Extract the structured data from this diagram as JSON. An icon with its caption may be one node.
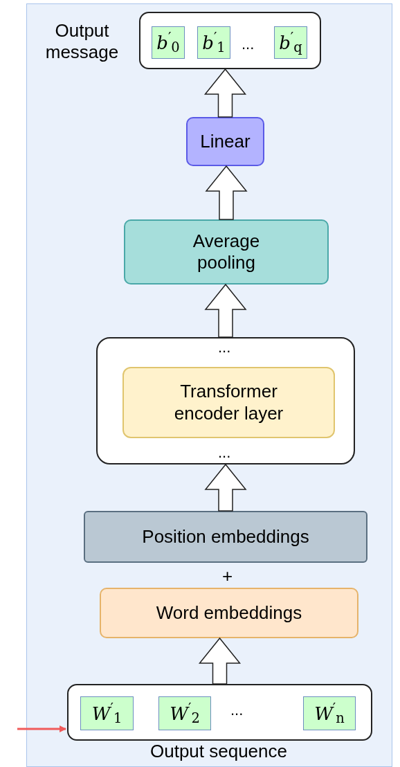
{
  "diagram": {
    "nodes": [
      {
        "text": [],
        "shape": "box"
      },
      {
        "text": [
          "..."
        ],
        "in": 0,
        "beside": [
          "Output message"
        ]
      },
      {
        "text": [
          "*b*$^{′}$$_{0}$"
        ],
        "in": 1
      },
      {
        "text": [
          "*b*$^{′}$$_{1}$"
        ],
        "in": 1
      },
      {
        "text": [
          "*b*$^{′}$$_{q}$"
        ],
        "in": 1
      },
      {
        "text": [
          "Linear"
        ],
        "in": 0
      },
      {
        "text": [
          "Average pooling"
        ],
        "in": 0
      },
      {
        "text": [
          "...",
          "..."
        ],
        "in": 0
      },
      {
        "text": [
          "Transformer encoder layer"
        ],
        "in": 7
      },
      {
        "text": [
          "Position embeddings"
        ],
        "in": 0
      },
      {
        "text": [
          "Word embeddings"
        ],
        "in": 0
      },
      {
        "text": [
          "..."
        ],
        "in": 0,
        "beside": [
          "Output sequence"
        ]
      },
      {
        "text": [
          "*W*$^{′}$$_{1}$"
        ],
        "in": 11
      },
      {
        "text": [
          "*W*$^{′}$$_{2}$"
        ],
        "in": 11
      },
      {
        "text": [
          "*W*$^{′}$$_{n}$"
        ],
        "in": 11
      }
    ],
    "edges": [
      {
        "from": 5,
        "to": 1,
        "arrow": "to"
      },
      {
        "from": 6,
        "to": 5,
        "arrow": "to"
      },
      {
        "from": 7,
        "to": 6,
        "arrow": "to"
      },
      {
        "from": 9,
        "to": 7,
        "arrow": "to"
      },
      {
        "from": 11,
        "to": 10,
        "arrow": "to"
      },
      {
        "from": null,
        "to": 11,
        "arrow": "to",
        "color": "#f05a5a"
      }
    ],
    "labels": [
      "+"
    ]
  }
}
